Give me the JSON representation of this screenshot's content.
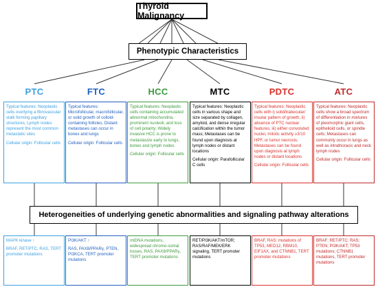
{
  "title": "Thyroid Malignancy",
  "phenotypic": "Phenotypic Characteristics",
  "heterogeneities": "Heterogeneities of underlying genetic abnormalities and signaling pathway alterations",
  "colors": {
    "ptc": "#3aa0e0",
    "ftc": "#1f5fbf",
    "hcc": "#3a9a3a",
    "mtc": "#000000",
    "pdtc": "#d9302a",
    "atc": "#c0282a"
  },
  "subtypes": [
    {
      "label": "PTC",
      "features": "Typical features: Neoplastic cells overlying a fibrovascular stalk forming papillary structures, Lymph nodes represent the most common metastatic sites",
      "origin": "Cellular origin: Follicular cells",
      "mutations_1": "MAPK kinase ↑",
      "mutations_2": "BRAF, RET/PTC, RAS, TERT promoter mutations"
    },
    {
      "label": "FTC",
      "features": "Typical features: Microfollicular, macrofollicular, or solid growth of colloid-containing follicles, Distant metastases can occur in bones and lungs",
      "origin": "Cellular origin: Follicular cells",
      "mutations_1": "PI3K/AKT ↑",
      "mutations_2": "RAS, PAX8/PPARγ, PTEN, PI3KCA, TERT promoter mutations"
    },
    {
      "label": "HCC",
      "features": "Typical features: Neoplastic cells containing accumulated abnormal mitochondria, prominent nucleoli, and loss of cell polarity; Widely invasive HCC is prone to metastasize early to lungs, bones and lymph nodes",
      "origin": "Cellular origin: Follicular cells",
      "mutations_1": "mtDNA mutations, widespread chromo-somal losses, RAS, PAX8/PPARγ, TERT promoter mutations",
      "mutations_2": ""
    },
    {
      "label": "MTC",
      "features": "Typical features: Neoplastic cells in various shape and size separated by collagen, amyloid, and dense irregular calcification within the tumor mass; Metastases can be found upon diagnosis at lymph nodes or distant locations",
      "origin": "Cellular origin: Parafollicular C cells",
      "mutations_1": "RET/PI3K/AKT/mTOR; RAS/RAF/MEK/ERK signaling, TERT promoter mutations",
      "mutations_2": ""
    },
    {
      "label": "PDTC",
      "features": "Typical features: Neoplastic cells with i) solid/trabecular/ insular pattern of growth, ii) absence of PTC nuclear features, iii) either convoluted nuclei, mitotic activity ≥3/10 HPF, or tumor necrosis; Metastases can be found upon diagnosis at lymph nodes or distant locations",
      "origin": "Cellular origin: Follicular cells",
      "mutations_1": "BRAF, RAS; mutations of TP53, MED12, RBM10, EIF1AX, and CTNNB1, TERT promoter mutations",
      "mutations_2": ""
    },
    {
      "label": "ATC",
      "features": "Typical features: Neoplastic cells show a broad spectrum of differentiation in mixtures of pleomorphic giant cells, epithelioid cells, or spindle cells; Metastases can commonly occur in lungs as well as intrathoracic and neck lymph nodes",
      "origin": "Cellular origin: Follicular cells",
      "mutations_1": "BRAF; RET/PTC; RAS; PTEN; PI3K/AKT; TP53 mutations; CTNNB1 mutations, TERT promoter mutations",
      "mutations_2": ""
    }
  ]
}
